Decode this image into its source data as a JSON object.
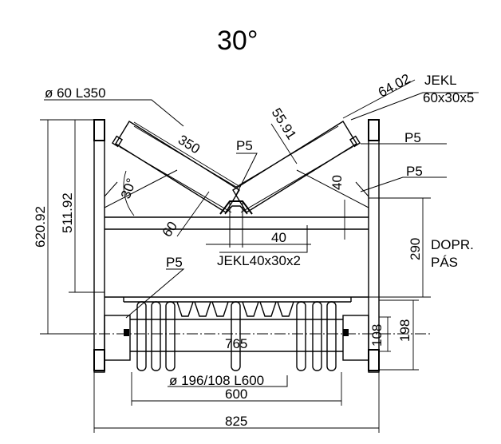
{
  "title": "30°",
  "labels": {
    "roller": "ø 60 L350",
    "dim_6402": "64.02",
    "jekl_top_1": "JEKL",
    "jekl_top_2": "60x30x5",
    "dim_5591": "55.91",
    "p5_a": "P5",
    "p5_b": "P5",
    "p5_c": "P5",
    "p5_d": "P5",
    "dim_350": "350",
    "dim_40_v": "40",
    "angle_30": "30°",
    "dim_60": "60",
    "dim_40_h": "40",
    "jekl_bottom": "JEKL40x30x2",
    "dim_62092": "620.92",
    "dim_51192": "511.92",
    "dim_290": "290",
    "dopr_1": "DOPR.",
    "dopr_2": "PÁS",
    "dim_765": "765",
    "dim_108": "108",
    "dim_198": "198",
    "return_roller": "ø 196/108 L600",
    "dim_600": "600",
    "dim_825": "825"
  }
}
